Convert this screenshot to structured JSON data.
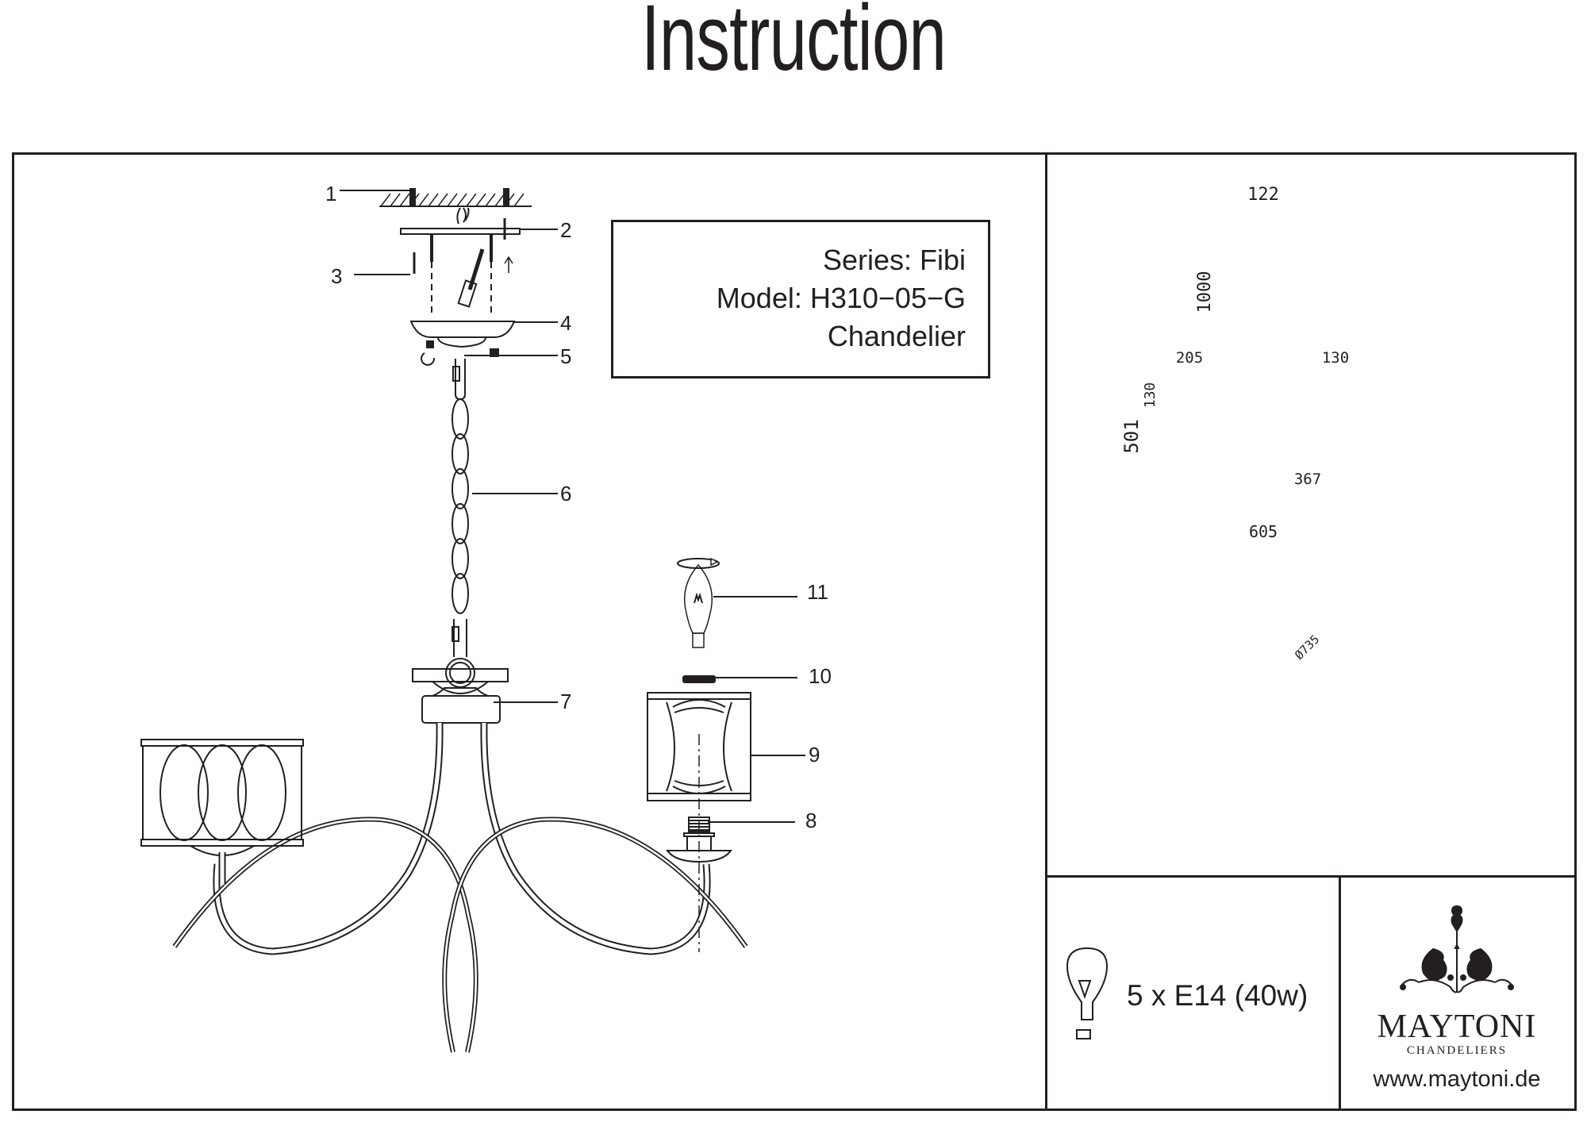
{
  "document": {
    "title": "Instruction"
  },
  "info_box": {
    "series": "Series: Fibi",
    "model": "Model: H310−05−G",
    "type": "Chandelier"
  },
  "assembly_diagram": {
    "parts": [
      {
        "number": "1",
        "name": "ceiling-anchor"
      },
      {
        "number": "2",
        "name": "mounting-plate"
      },
      {
        "number": "3",
        "name": "screw"
      },
      {
        "number": "4",
        "name": "ceiling-canopy"
      },
      {
        "number": "5",
        "name": "canopy-nut"
      },
      {
        "number": "6",
        "name": "chain"
      },
      {
        "number": "7",
        "name": "body-hub"
      },
      {
        "number": "8",
        "name": "lamp-socket"
      },
      {
        "number": "9",
        "name": "lamp-shade"
      },
      {
        "number": "10",
        "name": "shade-ring"
      },
      {
        "number": "11",
        "name": "bulb"
      }
    ]
  },
  "dimensions": {
    "canopy_width": "122",
    "chain_length": "1000",
    "shade_width": "205",
    "shade_height": "130",
    "shade_depth": "130",
    "total_height": "501",
    "arm_reach": "367",
    "span": "605",
    "diameter": "Ø735"
  },
  "bulb": {
    "icon": "bulb-icon",
    "spec": "5 x E14 (40w)"
  },
  "brand": {
    "logo_icon": "ornament-logo-icon",
    "name": "MAYTONI",
    "tagline": "CHANDELIERS",
    "url": "www.maytoni.de"
  }
}
